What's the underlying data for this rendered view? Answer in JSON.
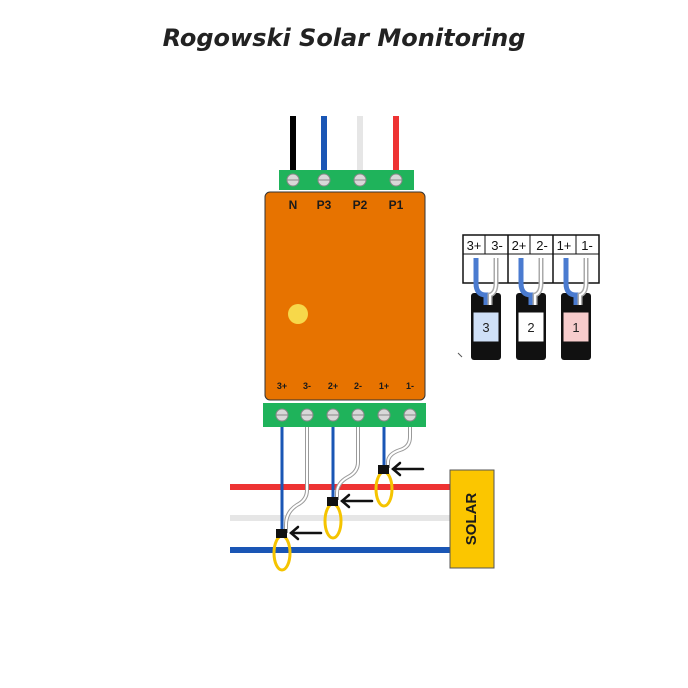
{
  "title": "Rogowski Solar Monitoring",
  "module": {
    "color": "#e77300",
    "led_color": "#f7d84a",
    "top_terminal_labels": [
      "N",
      "P3",
      "P2",
      "P1"
    ],
    "bottom_terminal_labels": [
      "3+",
      "3-",
      "2+",
      "2-",
      "1+",
      "1-"
    ],
    "terminal_block_color": "#1fb35b"
  },
  "input_wires": [
    {
      "name": "N",
      "color": "#000000"
    },
    {
      "name": "P3",
      "color": "#1a56b5"
    },
    {
      "name": "P2",
      "color": "#e6e6e6"
    },
    {
      "name": "P1",
      "color": "#ee3333"
    }
  ],
  "connector": {
    "labels": [
      "3+",
      "3-",
      "2+",
      "2-",
      "1+",
      "1-"
    ],
    "sensors": [
      {
        "label": "3",
        "sleeve_color": "#cfe0f7"
      },
      {
        "label": "2",
        "sleeve_color": "#ffffff"
      },
      {
        "label": "1",
        "sleeve_color": "#f7cccc"
      }
    ]
  },
  "power_lines": [
    {
      "name": "red-line",
      "color": "#ee3333"
    },
    {
      "name": "white-line",
      "color": "#e6e6e6"
    },
    {
      "name": "blue-line",
      "color": "#1a56b5"
    }
  ],
  "solar": {
    "label": "SOLAR",
    "color": "#fbc600"
  },
  "coil_color": "#f5c400",
  "icons": [
    "arrow-left-icon",
    "screw-terminal-icon"
  ]
}
